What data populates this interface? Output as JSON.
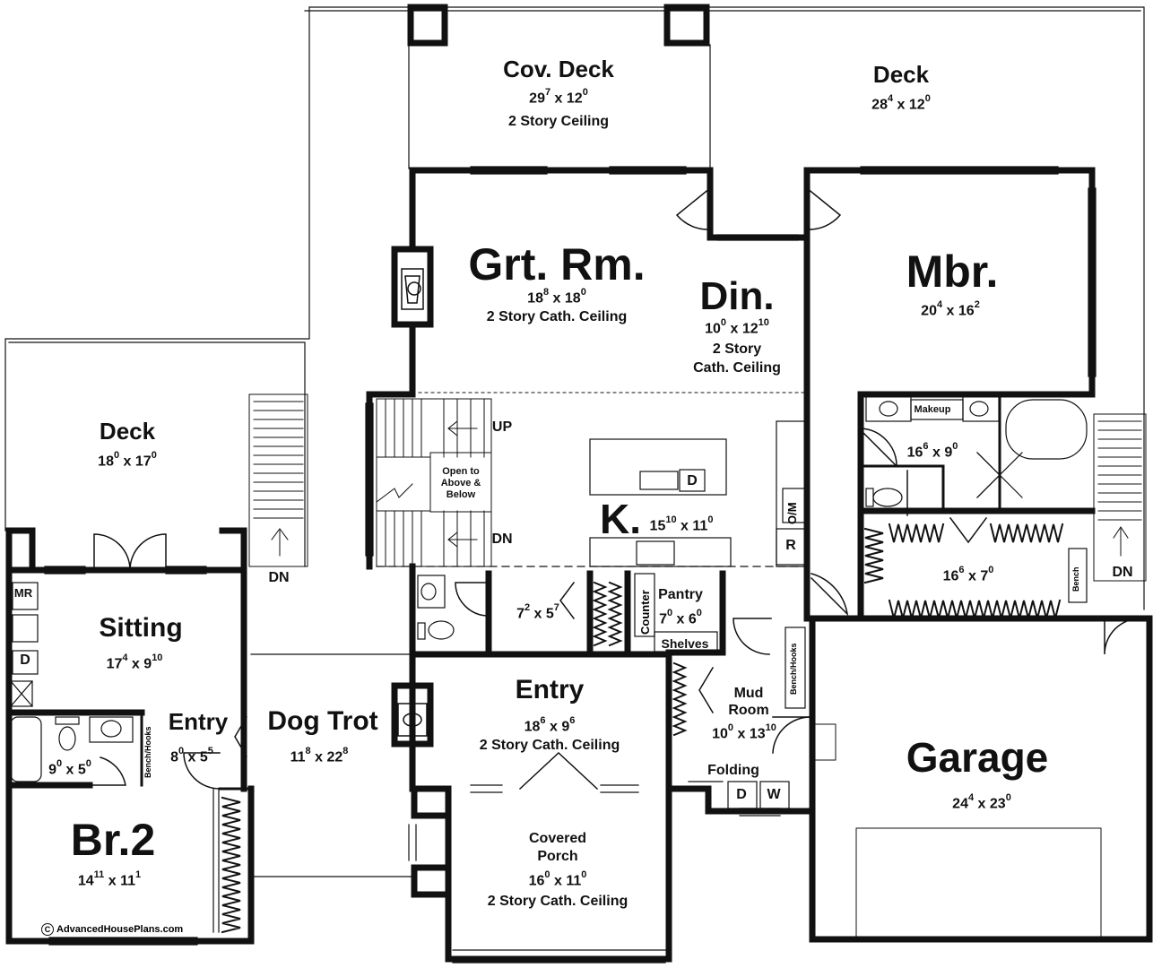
{
  "rooms": {
    "cov_deck": {
      "name": "Cov. Deck",
      "w_ft": "29",
      "w_in": "7",
      "d_ft": "12",
      "d_in": "0",
      "note": "2 Story Ceiling"
    },
    "deck_right": {
      "name": "Deck",
      "w_ft": "28",
      "w_in": "4",
      "d_ft": "12",
      "d_in": "0"
    },
    "grt_rm": {
      "name": "Grt. Rm.",
      "w_ft": "18",
      "w_in": "8",
      "d_ft": "18",
      "d_in": "0",
      "note": "2 Story Cath. Ceiling"
    },
    "din": {
      "name": "Din.",
      "w_ft": "10",
      "w_in": "0",
      "d_ft": "12",
      "d_in": "10",
      "note1": "2 Story",
      "note2": "Cath. Ceiling"
    },
    "mbr": {
      "name": "Mbr.",
      "w_ft": "20",
      "w_in": "4",
      "d_ft": "16",
      "d_in": "2"
    },
    "deck_left": {
      "name": "Deck",
      "w_ft": "18",
      "w_in": "0",
      "d_ft": "17",
      "d_in": "0"
    },
    "kitchen": {
      "name": "K.",
      "w_ft": "15",
      "w_in": "10",
      "d_ft": "11",
      "d_in": "0"
    },
    "master_bath": {
      "w_ft": "16",
      "w_in": "6",
      "d_ft": "9",
      "d_in": "0",
      "makeup": "Makeup"
    },
    "master_closet": {
      "w_ft": "16",
      "w_in": "6",
      "d_ft": "7",
      "d_in": "0"
    },
    "half_bath": {
      "w_ft": "7",
      "w_in": "2",
      "d_ft": "5",
      "d_in": "7"
    },
    "pantry": {
      "name": "Pantry",
      "w_ft": "7",
      "w_in": "0",
      "d_ft": "6",
      "d_in": "0",
      "counter": "Counter",
      "shelves": "Shelves"
    },
    "sitting": {
      "name": "Sitting",
      "w_ft": "17",
      "w_in": "4",
      "d_ft": "9",
      "d_in": "10"
    },
    "entry_left": {
      "name": "Entry",
      "w_ft": "8",
      "w_in": "0",
      "d_ft": "5",
      "d_in": "5"
    },
    "bath2": {
      "w_ft": "9",
      "w_in": "0",
      "d_ft": "5",
      "d_in": "0"
    },
    "dog_trot": {
      "name": "Dog Trot",
      "w_ft": "11",
      "w_in": "8",
      "d_ft": "22",
      "d_in": "8"
    },
    "entry_main": {
      "name": "Entry",
      "w_ft": "18",
      "w_in": "6",
      "d_ft": "9",
      "d_in": "6",
      "note": "2 Story Cath. Ceiling"
    },
    "mud_room": {
      "name1": "Mud",
      "name2": "Room",
      "w_ft": "10",
      "w_in": "0",
      "d_ft": "13",
      "d_in": "10",
      "folding": "Folding"
    },
    "garage": {
      "name": "Garage",
      "w_ft": "24",
      "w_in": "4",
      "d_ft": "23",
      "d_in": "0"
    },
    "br2": {
      "name": "Br.2",
      "w_ft": "14",
      "w_in": "11",
      "d_ft": "11",
      "d_in": "1"
    },
    "covered_porch": {
      "name1": "Covered",
      "name2": "Porch",
      "w_ft": "16",
      "w_in": "0",
      "d_ft": "11",
      "d_in": "0",
      "note": "2 Story Cath. Ceiling"
    }
  },
  "stairs": {
    "up": "UP",
    "dn": "DN",
    "open_line1": "Open to",
    "open_line2": "Above &",
    "open_line3": "Below"
  },
  "fixtures": {
    "dishwasher": "D",
    "oven_micro": "O/M",
    "fridge": "R",
    "dryer": "D",
    "washer": "W",
    "mini_fridge": "MR",
    "dw_sitting": "D",
    "bench": "Bench",
    "bench_hooks": "Bench/Hooks"
  },
  "credit": {
    "symbol": "C",
    "text": "AdvancedHousePlans.com"
  }
}
